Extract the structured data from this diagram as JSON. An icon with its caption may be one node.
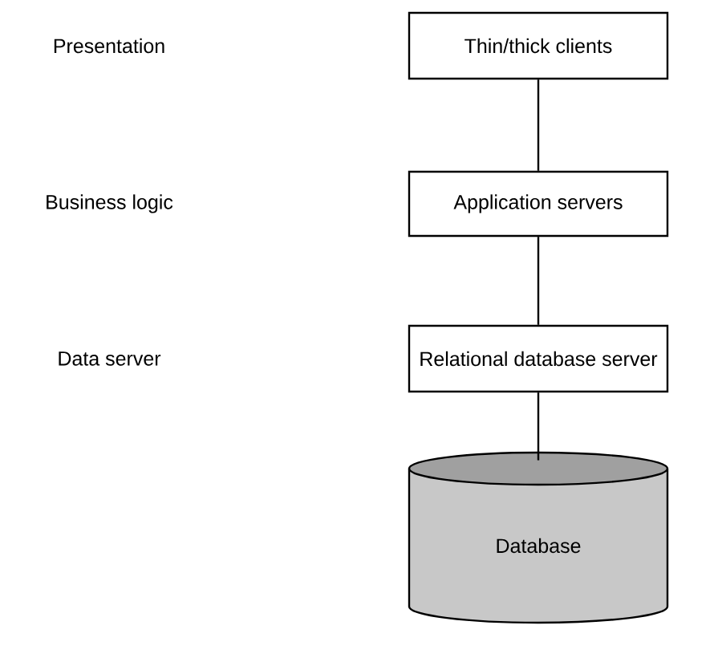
{
  "diagram": {
    "nodes": [
      {
        "text": [
          "Thin/thick clients"
        ]
      },
      {
        "text": [
          "Application servers"
        ]
      },
      {
        "text": [
          "Relational database server"
        ]
      },
      {
        "text": [
          "Database"
        ]
      }
    ],
    "edges": [
      {
        "from": 0,
        "to": 1,
        "arrow": "none"
      },
      {
        "from": 1,
        "to": 2,
        "arrow": "none"
      },
      {
        "from": 2,
        "to": 3,
        "arrow": "none"
      }
    ],
    "labels": [
      "Presentation",
      "Business logic",
      "Data server"
    ]
  }
}
